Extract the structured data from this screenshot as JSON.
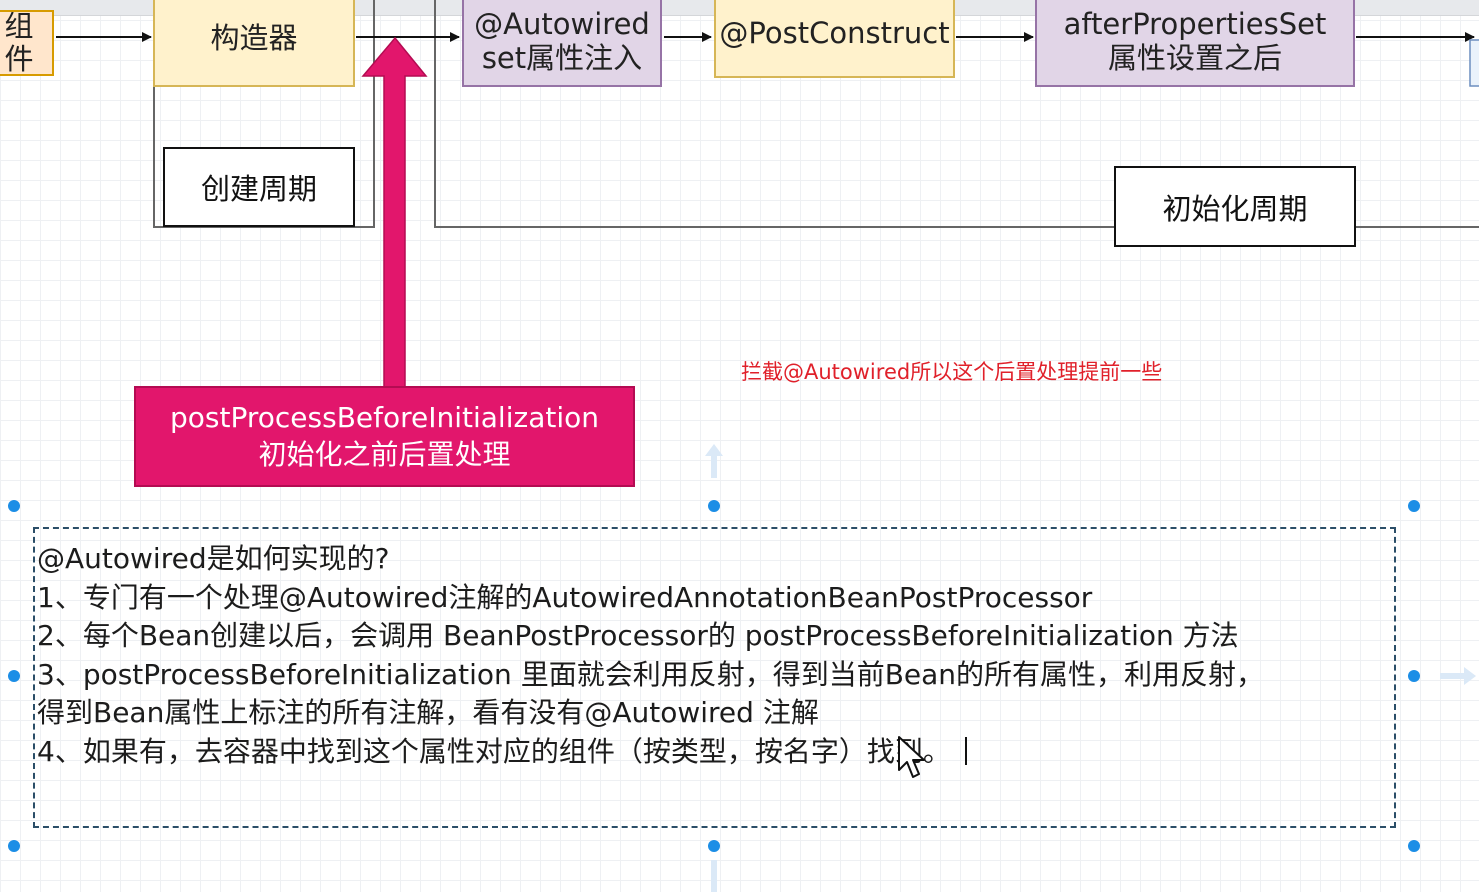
{
  "flow_nodes": [
    {
      "id": "component",
      "text": "组件"
    },
    {
      "id": "constructor",
      "text": "构造器"
    },
    {
      "id": "autowired",
      "line1": "@Autowired",
      "line2": "set属性注入"
    },
    {
      "id": "post_construct",
      "text": "@PostConstruct"
    },
    {
      "id": "after_properties",
      "line1": "afterPropertiesSet",
      "line2": "属性设置之后"
    }
  ],
  "phases": {
    "create": "创建周期",
    "init": "初始化周期"
  },
  "note": "拦截@Autowired所以这个后置处理提前一些",
  "callout": {
    "line1": "postProcessBeforeInitialization",
    "line2": "初始化之前后置处理"
  },
  "text_block": {
    "lines": [
      "@Autowired是如何实现的?",
      "1、专门有一个处理@Autowired注解的AutowiredAnnotationBeanPostProcessor",
      "2、每个Bean创建以后，会调用 BeanPostProcessor的 postProcessBeforeInitialization 方法",
      "3、postProcessBeforeInitialization 里面就会利用反射，得到当前Bean的所有属性，利用反射，",
      "得到Bean属性上标注的所有注解，看有没有@Autowired 注解",
      "4、如果有，去容器中找到这个属性对应的组件（按类型，按名字）找到。"
    ]
  },
  "colors": {
    "yellow_fill": "#fff2cc",
    "yellow_stroke": "#d6b656",
    "purple_fill": "#e1d5e7",
    "purple_stroke": "#9673a6",
    "callout_fill": "#e2166c",
    "note_red": "#e0202a",
    "selection_handle": "#1c8ee6"
  },
  "icons": [
    "arrow-right-icon",
    "big-up-arrow-icon",
    "resize-handle-icon",
    "mouse-cursor-icon"
  ]
}
